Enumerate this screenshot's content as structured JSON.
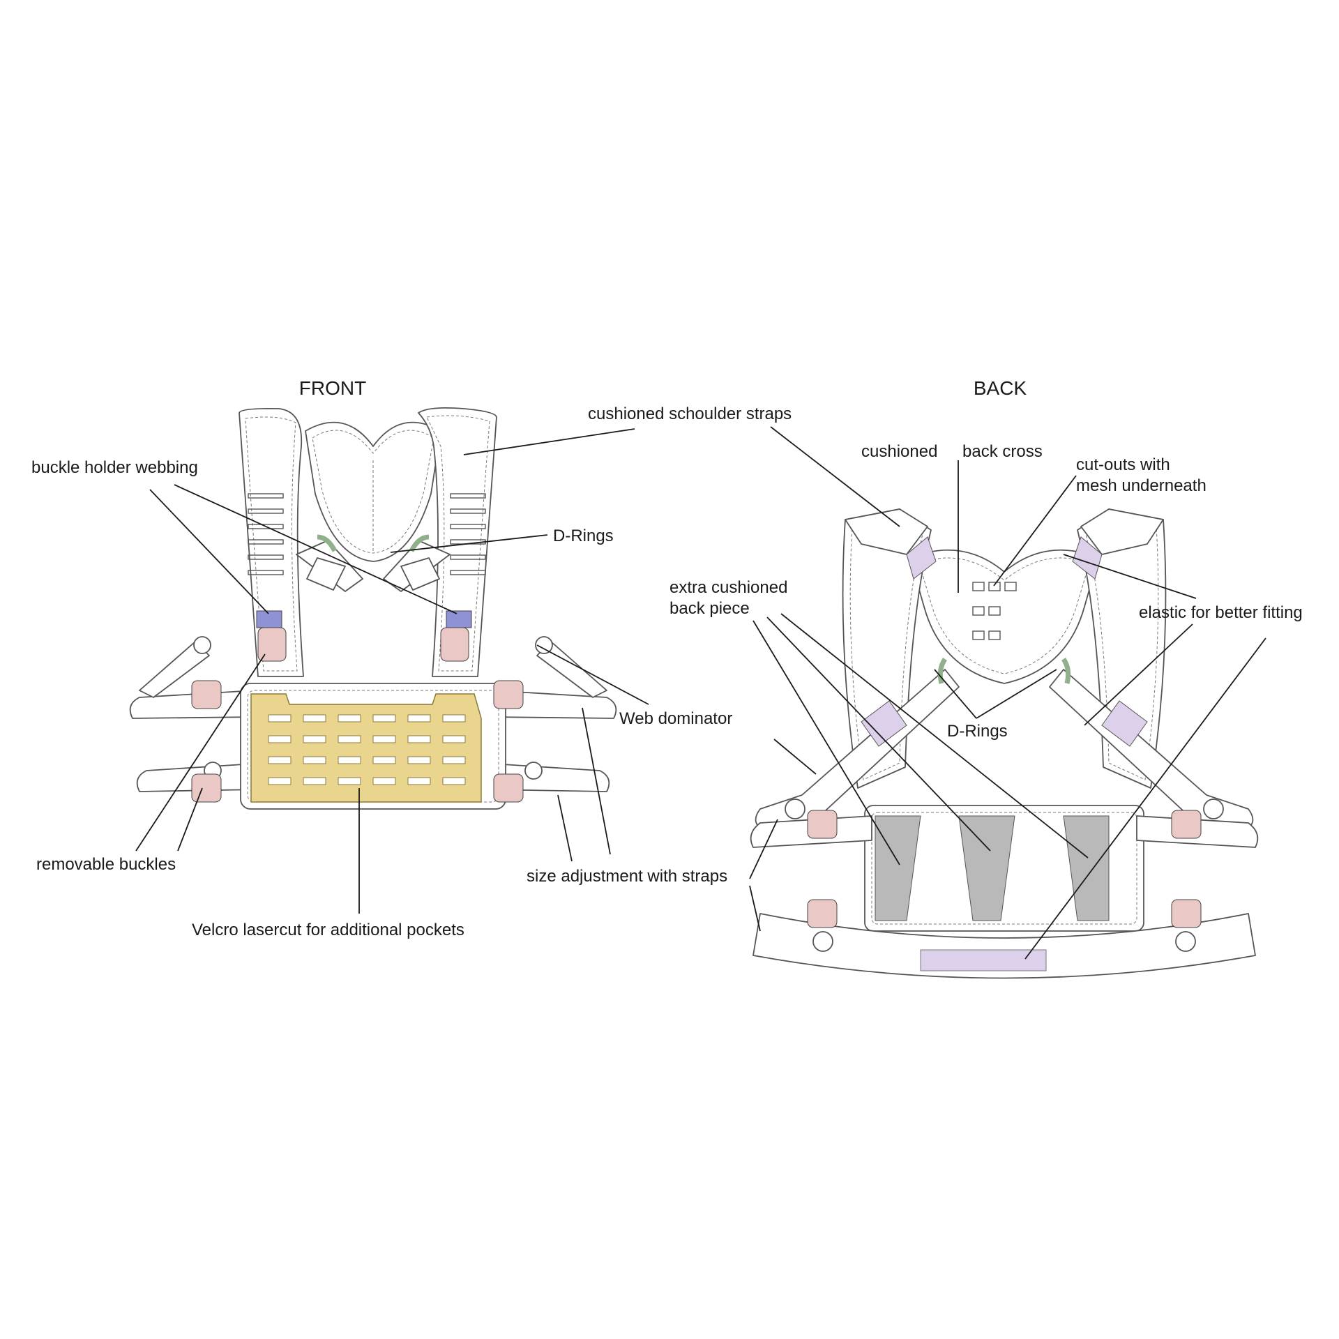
{
  "colors": {
    "buckle": "#e9c8c6",
    "buckle_holder": "#8f93d6",
    "d_ring": "#8fb08a",
    "velcro": "#ead58e",
    "elastic": "#ddd0ea",
    "mesh": "#b9b9b9"
  },
  "front": {
    "title": "FRONT",
    "labels": {
      "shoulder_straps": "cushioned schoulder straps",
      "buckle_holder": "buckle holder webbing",
      "d_rings": "D-Rings",
      "web_dominator": "Web dominator",
      "removable_buckles": "removable buckles",
      "size_adjustment": "size adjustment with straps",
      "velcro": "Velcro lasercut for additional pockets"
    }
  },
  "back": {
    "title": "BACK",
    "labels": {
      "cushioned": "cushioned",
      "back_cross": "back cross",
      "cutouts_line1": "cut-outs with",
      "cutouts_line2": "mesh underneath",
      "extra_line1": "extra cushioned",
      "extra_line2": "back piece",
      "elastic": "elastic for better fitting",
      "d_rings": "D-Rings"
    }
  }
}
